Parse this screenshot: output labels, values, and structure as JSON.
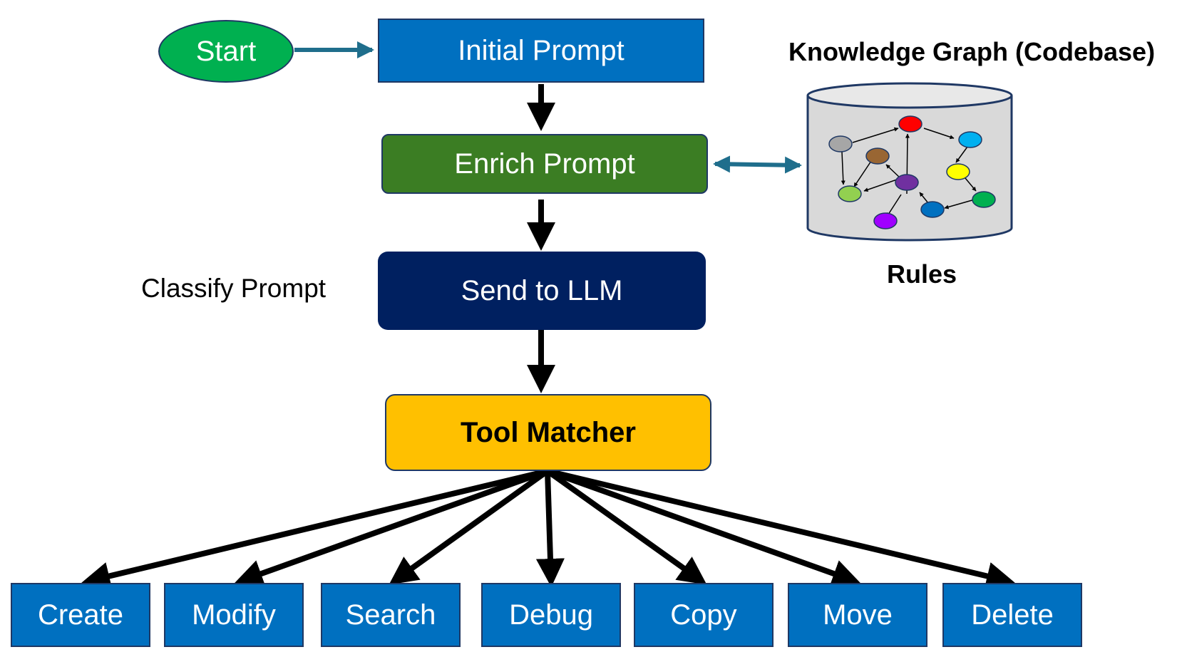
{
  "flow": {
    "start": "Start",
    "initial_prompt": "Initial Prompt",
    "enrich_prompt": "Enrich Prompt",
    "send_to_llm": "Send to LLM",
    "tool_matcher": "Tool Matcher"
  },
  "side_labels": {
    "classify_prompt": "Classify Prompt",
    "knowledge_graph": "Knowledge Graph (Codebase)",
    "rules": "Rules"
  },
  "tools": [
    "Create",
    "Modify",
    "Search",
    "Debug",
    "Copy",
    "Move",
    "Delete"
  ],
  "graph_nodes": [
    {
      "name": "gray",
      "color": "#a6a6a6"
    },
    {
      "name": "red",
      "color": "#ff0000"
    },
    {
      "name": "sky",
      "color": "#00b0f0"
    },
    {
      "name": "brown",
      "color": "#996633"
    },
    {
      "name": "yellow",
      "color": "#ffff00"
    },
    {
      "name": "purple",
      "color": "#7030a0"
    },
    {
      "name": "lime",
      "color": "#92d050"
    },
    {
      "name": "blue",
      "color": "#0070c0"
    },
    {
      "name": "green",
      "color": "#00b050"
    },
    {
      "name": "violet",
      "color": "#a000ff"
    }
  ],
  "colors": {
    "start": "#00b050",
    "initial": "#0070c0",
    "enrich": "#3b7d23",
    "send": "#002060",
    "tool": "#ffc000",
    "tools": "#0070c0",
    "teal_arrow": "#1f6e8c",
    "cylinder": "#d9d9d9"
  }
}
